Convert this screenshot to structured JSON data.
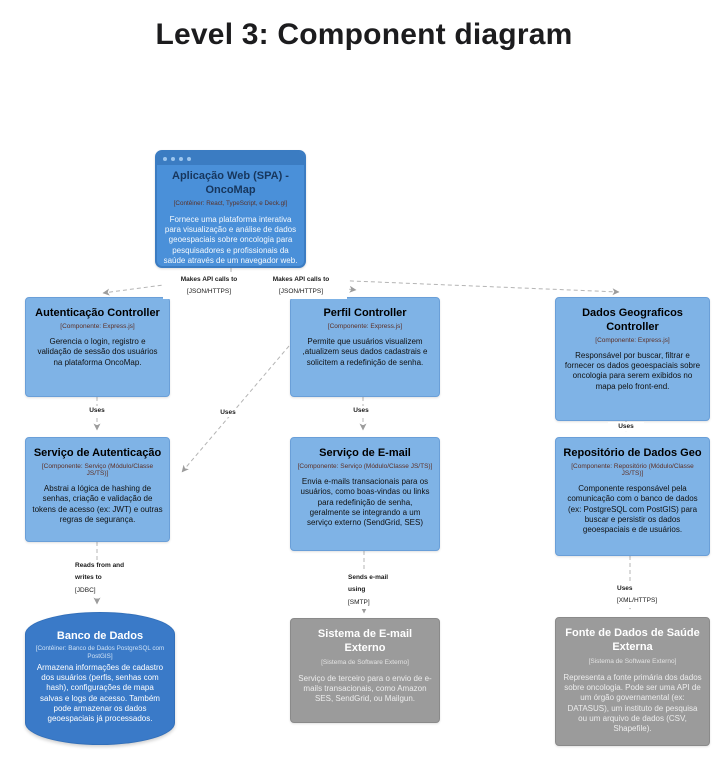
{
  "title": "Level 3: Component diagram",
  "colors": {
    "container_blue": "#4a90d9",
    "component_blue": "#7fb3e6",
    "database_blue": "#3a7ac8",
    "external_gray": "#9b9b9b",
    "connector_gray": "#b4b4b4"
  },
  "nodes": {
    "spa": {
      "title": "Aplicação Web (SPA) - OncoMap",
      "subtitle": "[Contêiner: React, TypeScript, e Deck.gl]",
      "description": "Fornece uma plataforma interativa para visualização e análise de dados geoespaciais sobre oncologia para pesquisadores e profissionais da saúde através de um navegador web."
    },
    "auth_controller": {
      "title": "Autenticação Controller",
      "subtitle": "[Componente: Express.js]",
      "description": "Gerencia o login, registro e validação de sessão dos usuários na plataforma OncoMap."
    },
    "perfil_controller": {
      "title": "Perfil Controller",
      "subtitle": "[Componente: Express.js]",
      "description": "Permite que usuários visualizem ,atualizem seus dados cadastrais e solicitem a redefinição de senha."
    },
    "dados_geo_controller": {
      "title": "Dados Geograficos Controller",
      "subtitle": "[Componente: Express.js]",
      "description": "Responsável por buscar, filtrar e fornecer os dados geoespaciais sobre oncologia para serem exibidos no mapa pelo front-end."
    },
    "auth_service": {
      "title": "Serviço de Autenticação",
      "subtitle": "[Componente: Serviço (Módulo/Classe JS/TS)]",
      "description": "Abstrai a lógica de hashing de senhas, criação e validação de tokens de acesso (ex: JWT) e outras regras de segurança."
    },
    "email_service": {
      "title": "Serviço de E-mail",
      "subtitle": "[Componente: Serviço (Módulo/Classe JS/TS)]",
      "description": "Envia e-mails transacionais para os usuários, como boas-vindas ou links para redefinição de senha, geralmente se integrando a um serviço externo (SendGrid, SES)"
    },
    "geo_repository": {
      "title": "Repositório de Dados Geo",
      "subtitle": "[Componente: Repositório (Módulo/Classe JS/TS)]",
      "description": "Componente responsável pela comunicação com o banco de dados (ex: PostgreSQL com PostGIS) para buscar e persistir os dados geoespaciais e de usuários."
    },
    "database": {
      "title": "Banco de Dados",
      "subtitle": "[Contêiner: Banco de Dados PostgreSQL com PostGIS]",
      "description": "Armazena informações de cadastro dos usuários (perfis, senhas com hash), configurações de mapa salvas e logs de acesso. Também pode armazenar os dados geoespaciais já processados."
    },
    "email_system": {
      "title": "Sistema de E-mail Externo",
      "subtitle": "[Sistema de Software Externo]",
      "description": "Serviço de terceiro para o envio de e-mails transacionais, como Amazon SES, SendGrid, ou Mailgun."
    },
    "health_datasource": {
      "title": "Fonte de Dados de Saúde Externa",
      "subtitle": "[Sistema de Software Externo]",
      "description": "Representa a fonte primária dos dados sobre oncologia. Pode ser uma API de um órgão governamental (ex: DATASUS), um instituto de pesquisa ou um arquivo de dados (CSV, Shapefile)."
    }
  },
  "edges": {
    "spa_to_auth": {
      "line1": "Makes API calls to",
      "line2": "[JSON/HTTPS]"
    },
    "spa_to_perfil": {
      "line1": "Makes API calls to",
      "line2": "[JSON/HTTPS]"
    },
    "auth_controller_to_auth_service": {
      "label": "Uses"
    },
    "perfil_to_auth_service": {
      "label": "Uses"
    },
    "perfil_to_email_service": {
      "label": "Uses"
    },
    "dados_to_repository": {
      "label": "Uses"
    },
    "auth_service_to_db": {
      "line1": "Reads from and",
      "line2": "writes to",
      "line3": "[JDBC]"
    },
    "email_service_to_external": {
      "line1": "Sends e-mail",
      "line2": "using",
      "line3": "[SMTP]"
    },
    "repository_to_source": {
      "line1": "Uses",
      "line2": "[XML/HTTPS]"
    }
  }
}
